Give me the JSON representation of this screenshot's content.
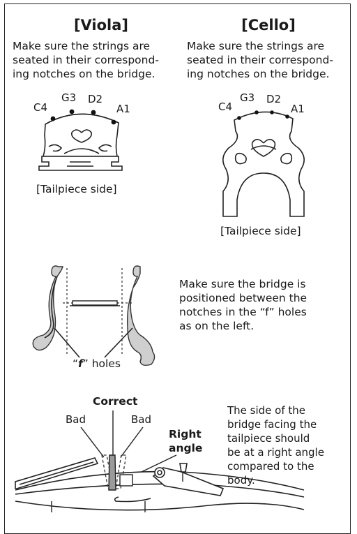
{
  "viola": {
    "heading": "[Viola]",
    "instruction_lines": [
      "Make sure the strings are",
      "seated in their correspond-",
      "ing notches on the bridge."
    ],
    "strings": [
      "C4",
      "G3",
      "D2",
      "A1"
    ],
    "caption": "[Tailpiece side]"
  },
  "cello": {
    "heading": "[Cello]",
    "instruction_lines": [
      "Make sure the strings are",
      "seated in their correspond-",
      "ing notches on the bridge."
    ],
    "strings": [
      "C4",
      "G3",
      "D2",
      "A1"
    ],
    "caption": "[Tailpiece side]"
  },
  "f_holes": {
    "instruction_lines": [
      "Make sure the bridge is",
      "positioned between the",
      "notches in the “f” holes",
      "as on the left."
    ],
    "label_prefix": "“",
    "label_f": "f",
    "label_suffix": "” holes"
  },
  "angle": {
    "correct_label": "Correct",
    "bad_left_label": "Bad",
    "bad_right_label": "Bad",
    "right_angle_lines": [
      "Right",
      "angle"
    ],
    "instruction_lines": [
      "The side of the",
      "bridge facing the",
      "tailpiece should",
      "be at a right angle",
      "compared to the",
      "body."
    ]
  }
}
